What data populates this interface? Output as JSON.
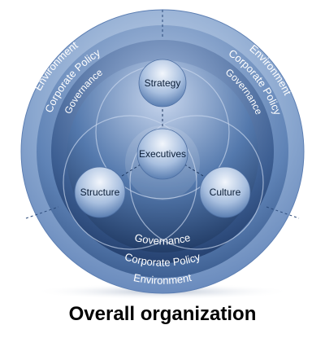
{
  "caption": "Overall organization",
  "rings": {
    "environment": "Environment",
    "corporate_policy": "Corporate Policy",
    "governance": "Governance"
  },
  "nodes": {
    "strategy": "Strategy",
    "executives": "Executives",
    "structure": "Structure",
    "culture": "Culture"
  },
  "colors": {
    "outer_ring": "#8aa7cf",
    "middle_ring": "#5f83b6",
    "inner_ring": "#3d5f93",
    "core": "#24406b",
    "text": "#ffffff",
    "caption": "#000000"
  }
}
